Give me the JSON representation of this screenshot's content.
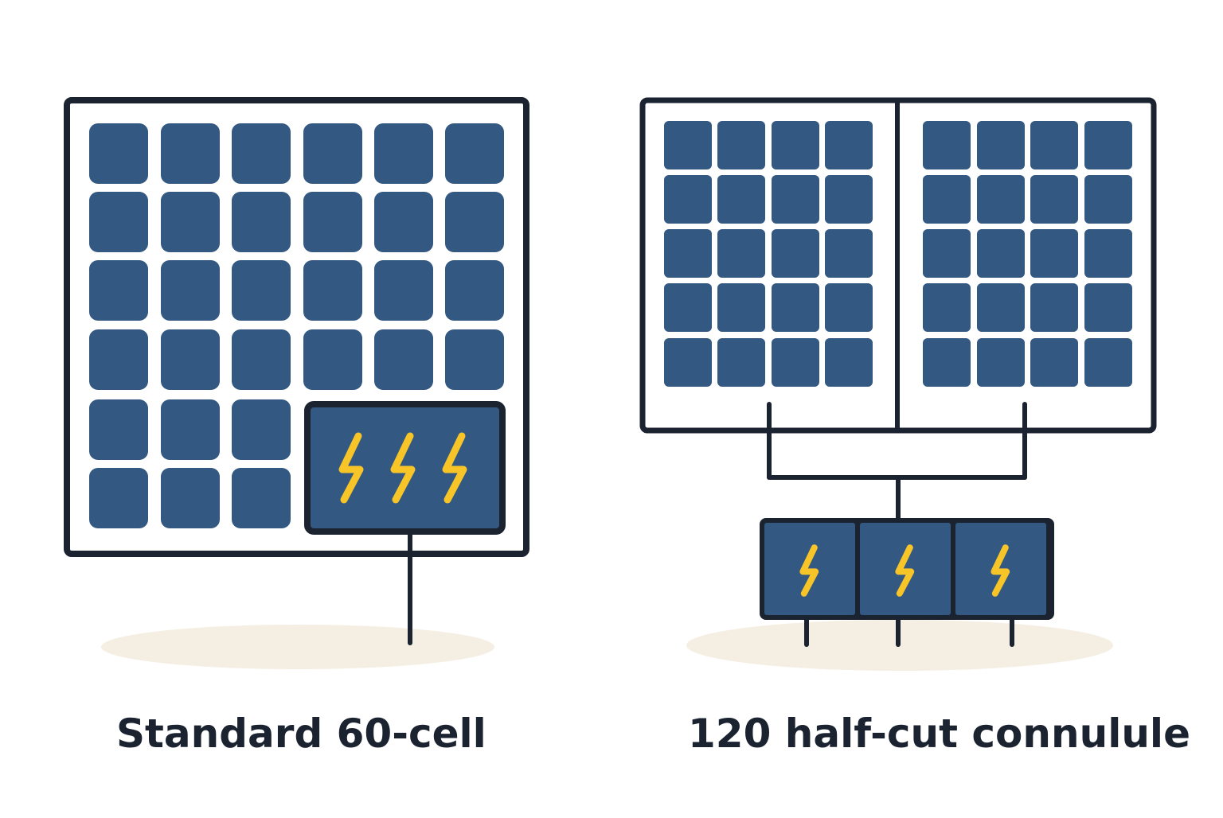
{
  "colors": {
    "frame": "#1b2230",
    "cell": "#335882",
    "bolt": "#f7c528",
    "shadow": "#f5efe3",
    "background": "#ffffff"
  },
  "standard_panel": {
    "caption": "Standard 60-cell",
    "bolt_count": 3,
    "icon": "lightning-bolt-icon"
  },
  "halfcut_panel": {
    "caption": "120 half-cut connulule",
    "bolt_count": 3,
    "icon": "lightning-bolt-icon"
  }
}
